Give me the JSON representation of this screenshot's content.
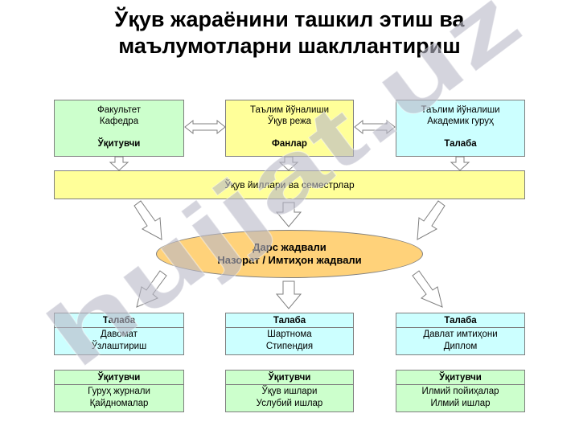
{
  "title": {
    "line1": "Ўқув жараёнини ташкил этиш ва",
    "line2": "маълумотларни шакллантириш"
  },
  "top_boxes": [
    {
      "line1": "Факультет",
      "line2": "Кафедра",
      "strong": "Ўқитувчи"
    },
    {
      "line1": "Таълим йўналиши",
      "line2": "Ўқув режа",
      "strong": "Фанлар"
    },
    {
      "line1": "Таълим йўналиши",
      "line2": "Академик гуруҳ",
      "strong": "Талаба"
    }
  ],
  "band": {
    "label": "Ўқув йиллари ва семестрлар"
  },
  "center": {
    "line1": "Дарс жадвали",
    "line2": "Назорат / Имтиҳон жадвали"
  },
  "student_boxes": [
    {
      "header": "Талаба",
      "line1": "Давомат",
      "line2": "Ўзлаштириш"
    },
    {
      "header": "Талаба",
      "line1": "Шартнома",
      "line2": "Стипендия"
    },
    {
      "header": "Талаба",
      "line1": "Давлат имтиҳони",
      "line2": "Диплом"
    }
  ],
  "teacher_boxes": [
    {
      "header": "Ўқитувчи",
      "line1": "Гуруҳ журнали",
      "line2": "Қайдномалар"
    },
    {
      "header": "Ўқитувчи",
      "line1": "Ўқув ишлари",
      "line2": "Услубий ишлар"
    },
    {
      "header": "Ўқитувчи",
      "line1": "Илмий пойиҳалар",
      "line2": "Илмий ишлар"
    }
  ],
  "watermark": {
    "text": "hujjat.uz"
  },
  "colors": {
    "green": "#ccffcc",
    "yellow": "#ffff99",
    "cyan": "#ccffff",
    "orange": "#ffd27a",
    "border": "#7f7f7f"
  }
}
